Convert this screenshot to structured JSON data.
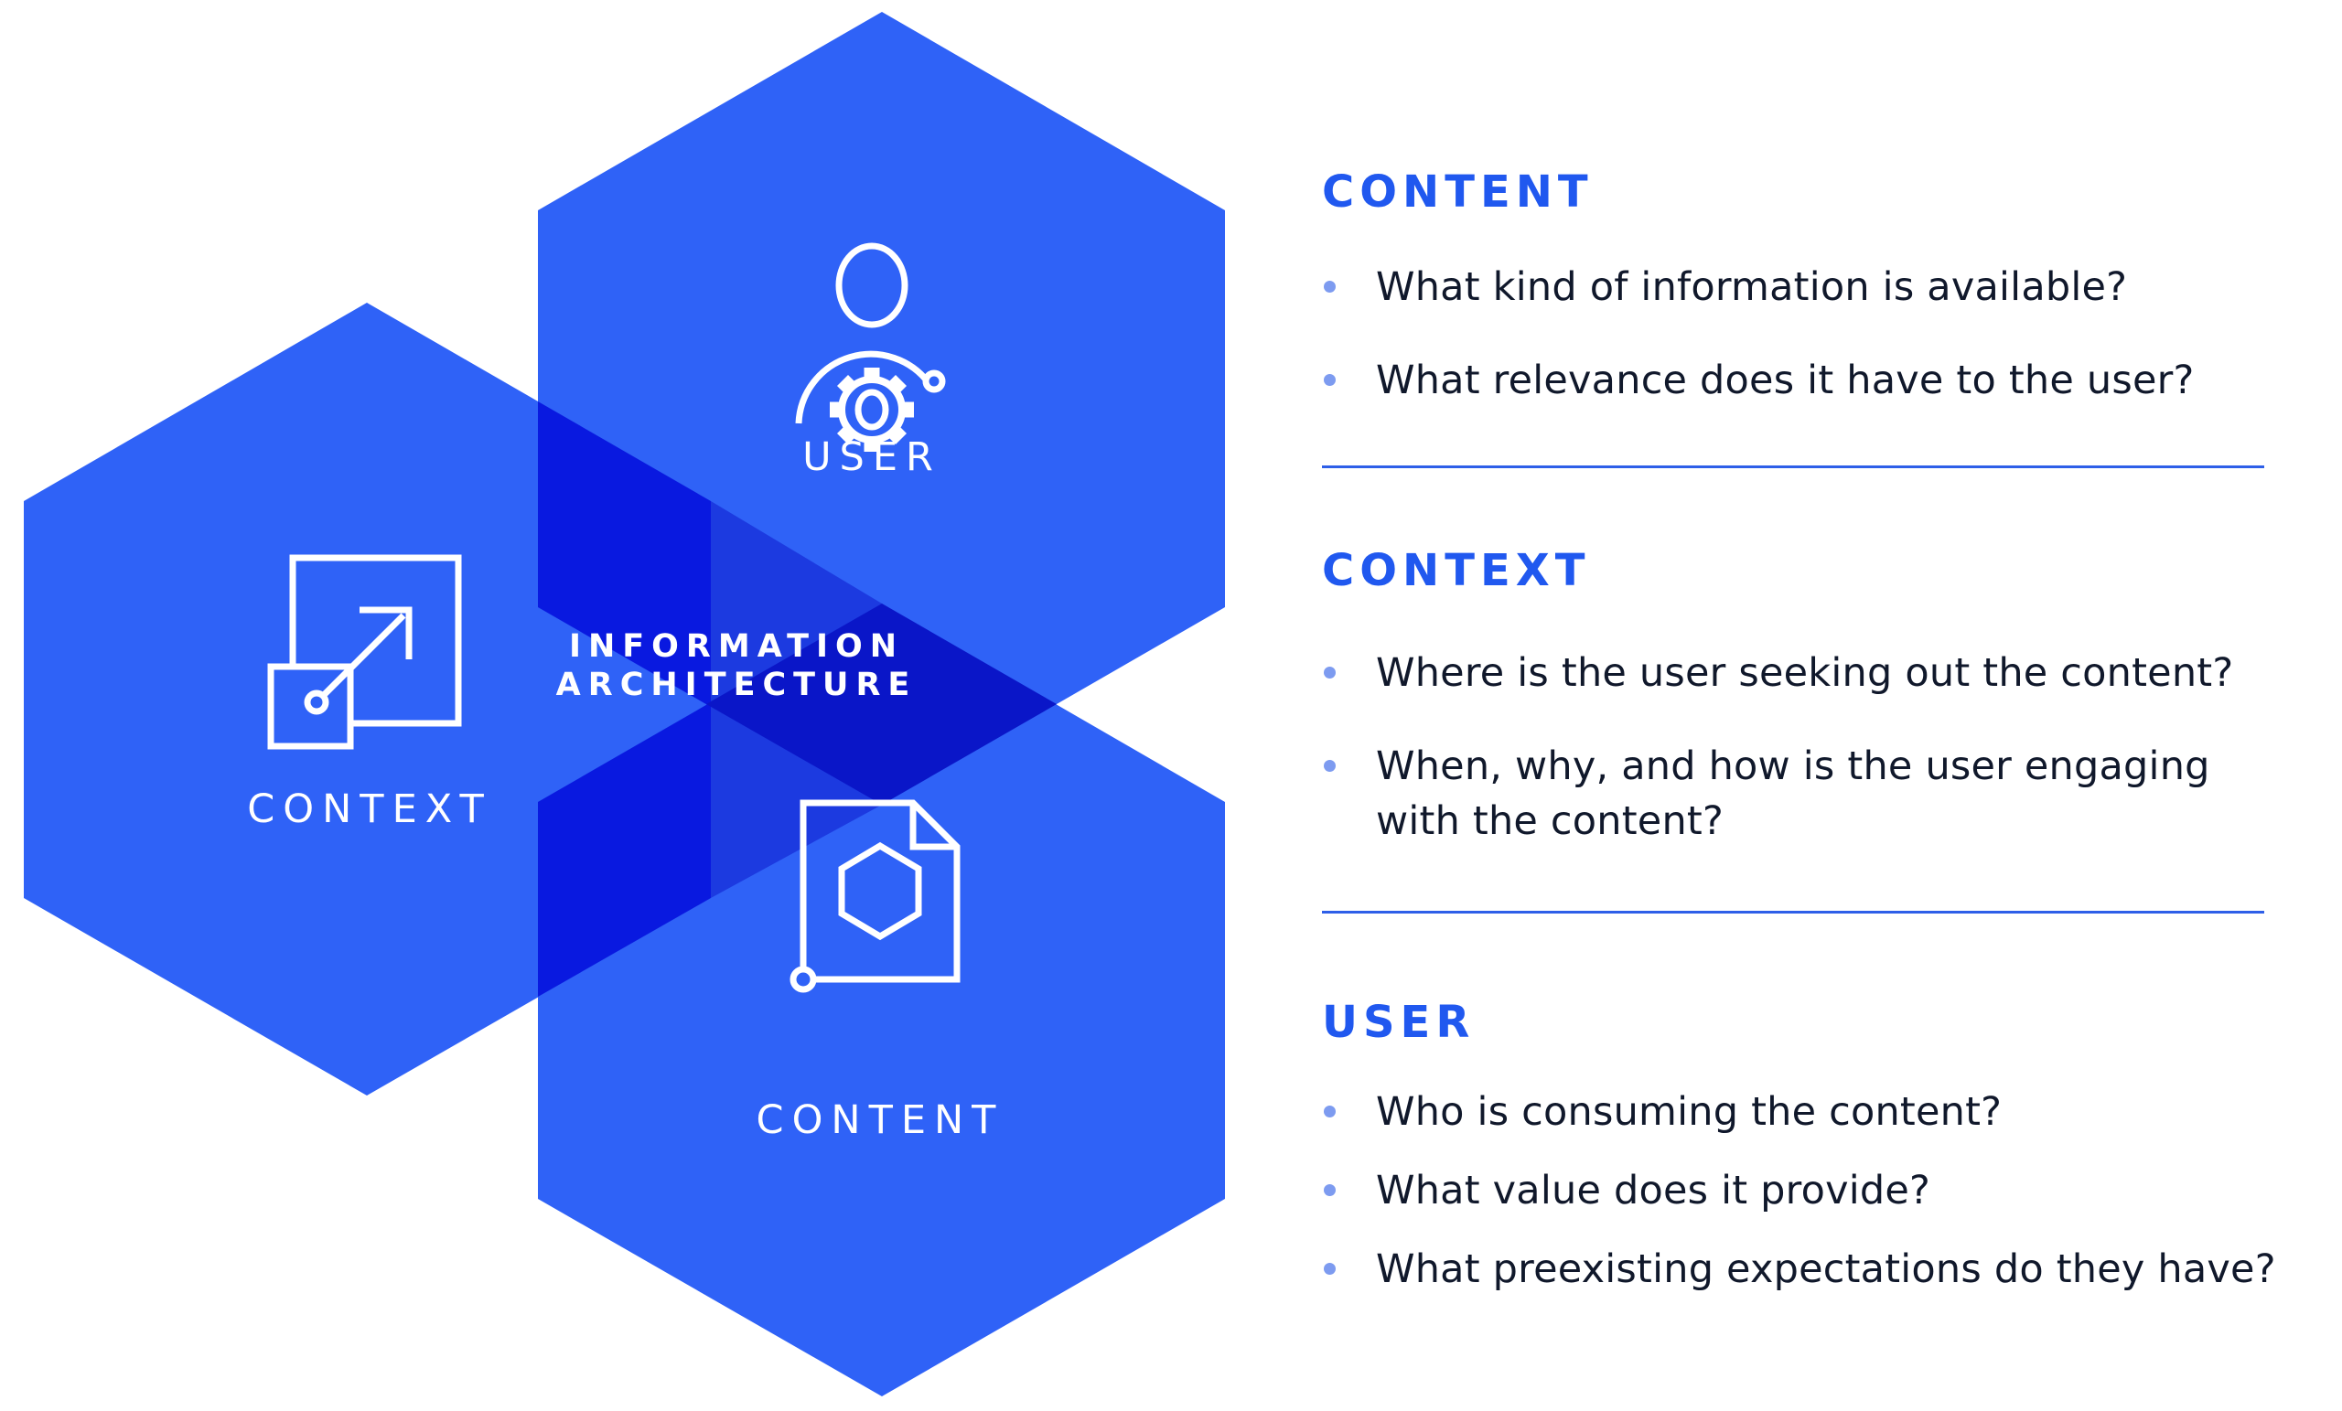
{
  "colors": {
    "hex-base": "#2F62F7",
    "facet-dark": "#0919E0",
    "facet-diamond": "#0A16C8",
    "facet-medium": "#1C3AE0",
    "heading-blue": "#2058EF",
    "body-text": "#10182B",
    "dot-blue": "#7D9BF0",
    "divider-blue": "#2E5FE8"
  },
  "figure": {
    "center_line1": "INFORMATION",
    "center_line2": "ARCHITECTURE",
    "hexagons": {
      "user": {
        "label": "USER",
        "icon": "user-gear-icon"
      },
      "context": {
        "label": "CONTEXT",
        "icon": "expand-arrow-icon"
      },
      "content": {
        "label": "CONTENT",
        "icon": "document-icon"
      }
    }
  },
  "panels": [
    {
      "id": "content",
      "heading": "CONTENT",
      "bullets": [
        "What kind of information is available?",
        "What relevance does it have to the user?"
      ]
    },
    {
      "id": "context",
      "heading": "CONTEXT",
      "bullets": [
        "Where is the user seeking out the content?",
        "When, why, and how is the user engaging\nwith the content?"
      ]
    },
    {
      "id": "user",
      "heading": "USER",
      "bullets": [
        "Who is consuming the content?",
        "What value does it provide?",
        "What preexisting expectations do they have?"
      ]
    }
  ]
}
